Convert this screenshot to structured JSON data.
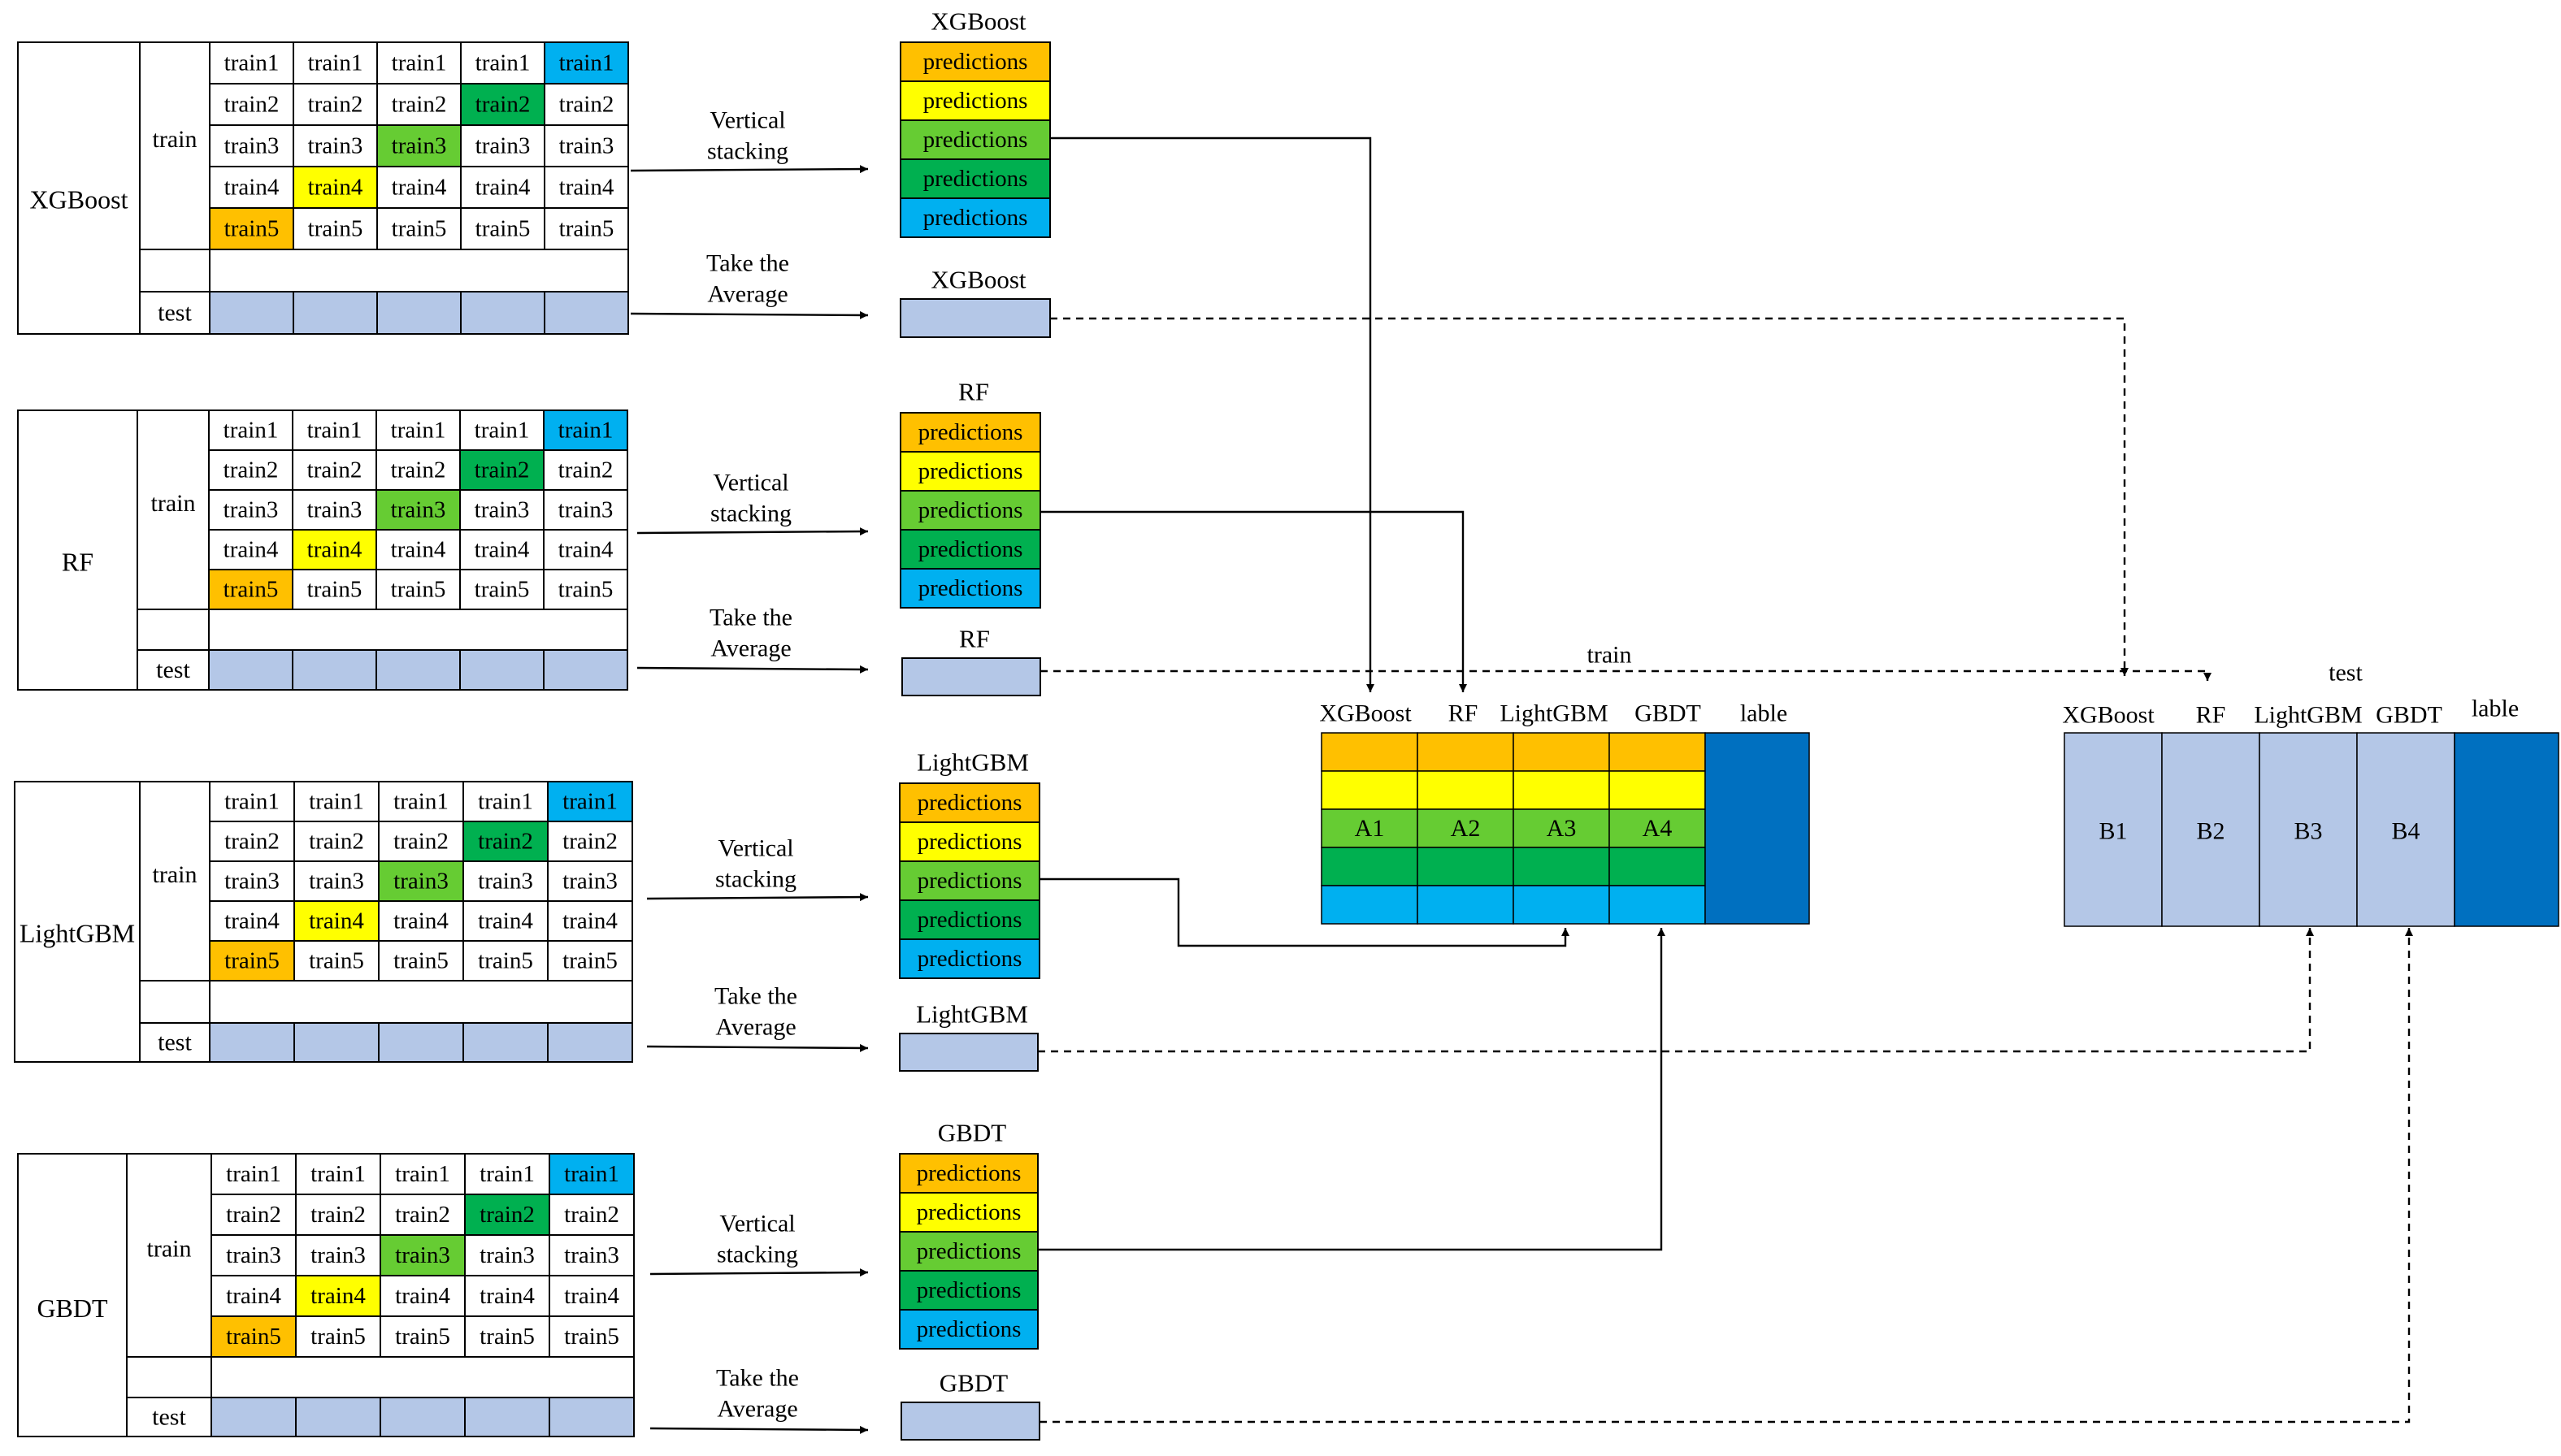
{
  "colors": {
    "orange": "#FFC000",
    "yellow": "#FFFF00",
    "light_green": "#66CC33",
    "green": "#00B050",
    "blue": "#00B0F0",
    "pale_blue": "#B4C7E7",
    "dark_blue": "#0070C0",
    "line": "#000000"
  },
  "fold_labels": [
    "train1",
    "train2",
    "train3",
    "train4",
    "train5"
  ],
  "split_labels": {
    "train": "train",
    "test": "test"
  },
  "models": [
    {
      "name": "XGBoost",
      "vertical_label": [
        "Vertical",
        "stacking"
      ],
      "average_label": [
        "Take the",
        "Average"
      ],
      "pred_title": "XGBoost",
      "test_title": "XGBoost"
    },
    {
      "name": "RF",
      "vertical_label": [
        "Vertical",
        "stacking"
      ],
      "average_label": [
        "Take the",
        "Average"
      ],
      "pred_title": "RF",
      "test_title": "RF"
    },
    {
      "name": "LightGBM",
      "vertical_label": [
        "Vertical",
        "stacking"
      ],
      "average_label": [
        "Take the",
        "Average"
      ],
      "pred_title": "LightGBM",
      "test_title": "LightGBM"
    },
    {
      "name": "GBDT",
      "vertical_label": [
        "Vertical",
        "stacking"
      ],
      "average_label": [
        "Take the",
        "Average"
      ],
      "pred_title": "GBDT",
      "test_title": "GBDT"
    }
  ],
  "prediction_label": "predictions",
  "train_matrix": {
    "title": "train",
    "columns": [
      "XGBoost",
      "RF",
      "LightGBM",
      "GBDT",
      "lable"
    ],
    "cells": [
      "A1",
      "A2",
      "A3",
      "A4"
    ]
  },
  "test_matrix": {
    "title": "test",
    "columns": [
      "XGBoost",
      "RF",
      "LightGBM",
      "GBDT",
      "lable"
    ],
    "cells": [
      "B1",
      "B2",
      "B3",
      "B4"
    ]
  }
}
